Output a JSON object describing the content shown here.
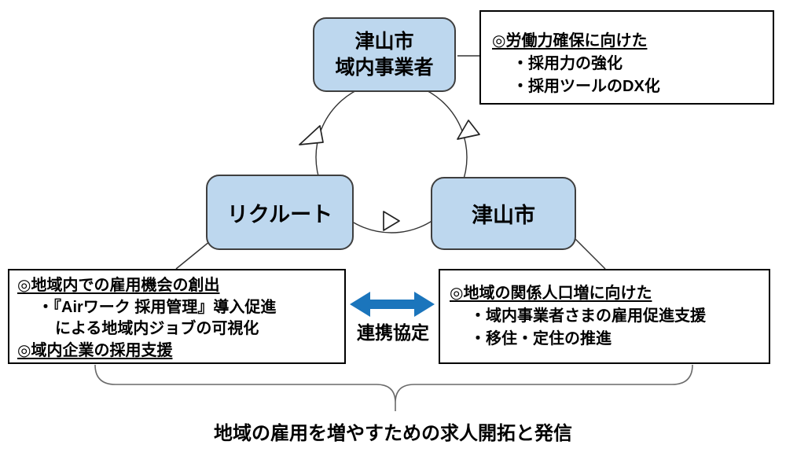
{
  "nodes": {
    "business": {
      "line1": "津山市",
      "line2": "域内事業者"
    },
    "recruit": {
      "label": "リクルート"
    },
    "city": {
      "label": "津山市"
    }
  },
  "panels": {
    "workforce": {
      "heading": "◎労働力確保に向けた",
      "items": [
        "・採用力の強化",
        "・採用ツールのDX化"
      ]
    },
    "recruit": {
      "heading1": "◎地域内での雇用機会の創出",
      "item1_line1": "・『Airワーク 採用管理』導入促進",
      "item1_line2": "による地域内ジョブの可視化",
      "heading2": "◎域内企業の採用支援"
    },
    "city": {
      "heading": "◎地域の関係人口増に向けた",
      "items": [
        "・域内事業者さまの雇用促進支援",
        "・移住・定住の推進"
      ]
    }
  },
  "labels": {
    "partnership": "連携協定",
    "caption": "地域の雇用を増やすための求人開拓と発信"
  },
  "colors": {
    "node_fill": "#BDD7EE",
    "node_border": "#3f3f3f",
    "arrow_blue": "#1B75BC",
    "line_dark": "#333333",
    "brace_gray": "#6a6a6a"
  }
}
